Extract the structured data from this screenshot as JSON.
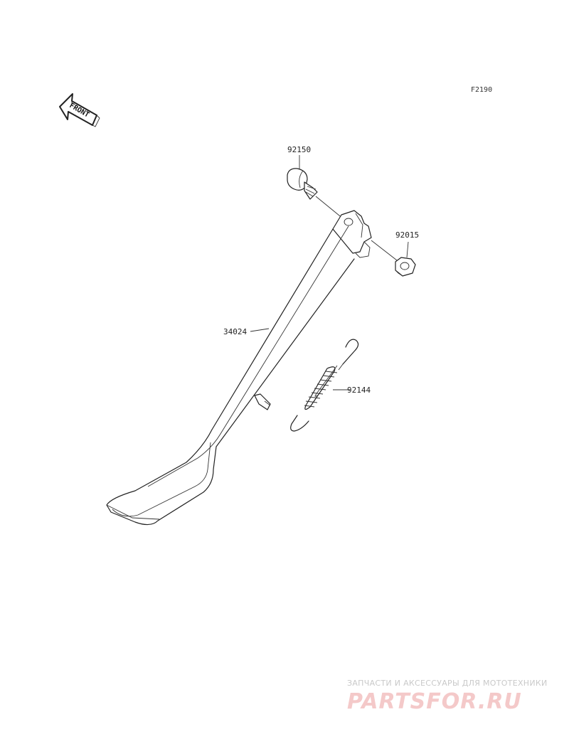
{
  "diagram": {
    "code": "F2190",
    "front_label": "FRONT",
    "parts": [
      {
        "number": "92150"
      },
      {
        "number": "92015"
      },
      {
        "number": "34024"
      },
      {
        "number": "92144"
      }
    ]
  },
  "watermark": {
    "tagline": "ЗАПЧАСТИ И АКСЕССУАРЫ ДЛЯ МОТОТЕХНИКИ",
    "logo": "PARTSFOR.RU",
    "color": "#f4c9c9"
  }
}
